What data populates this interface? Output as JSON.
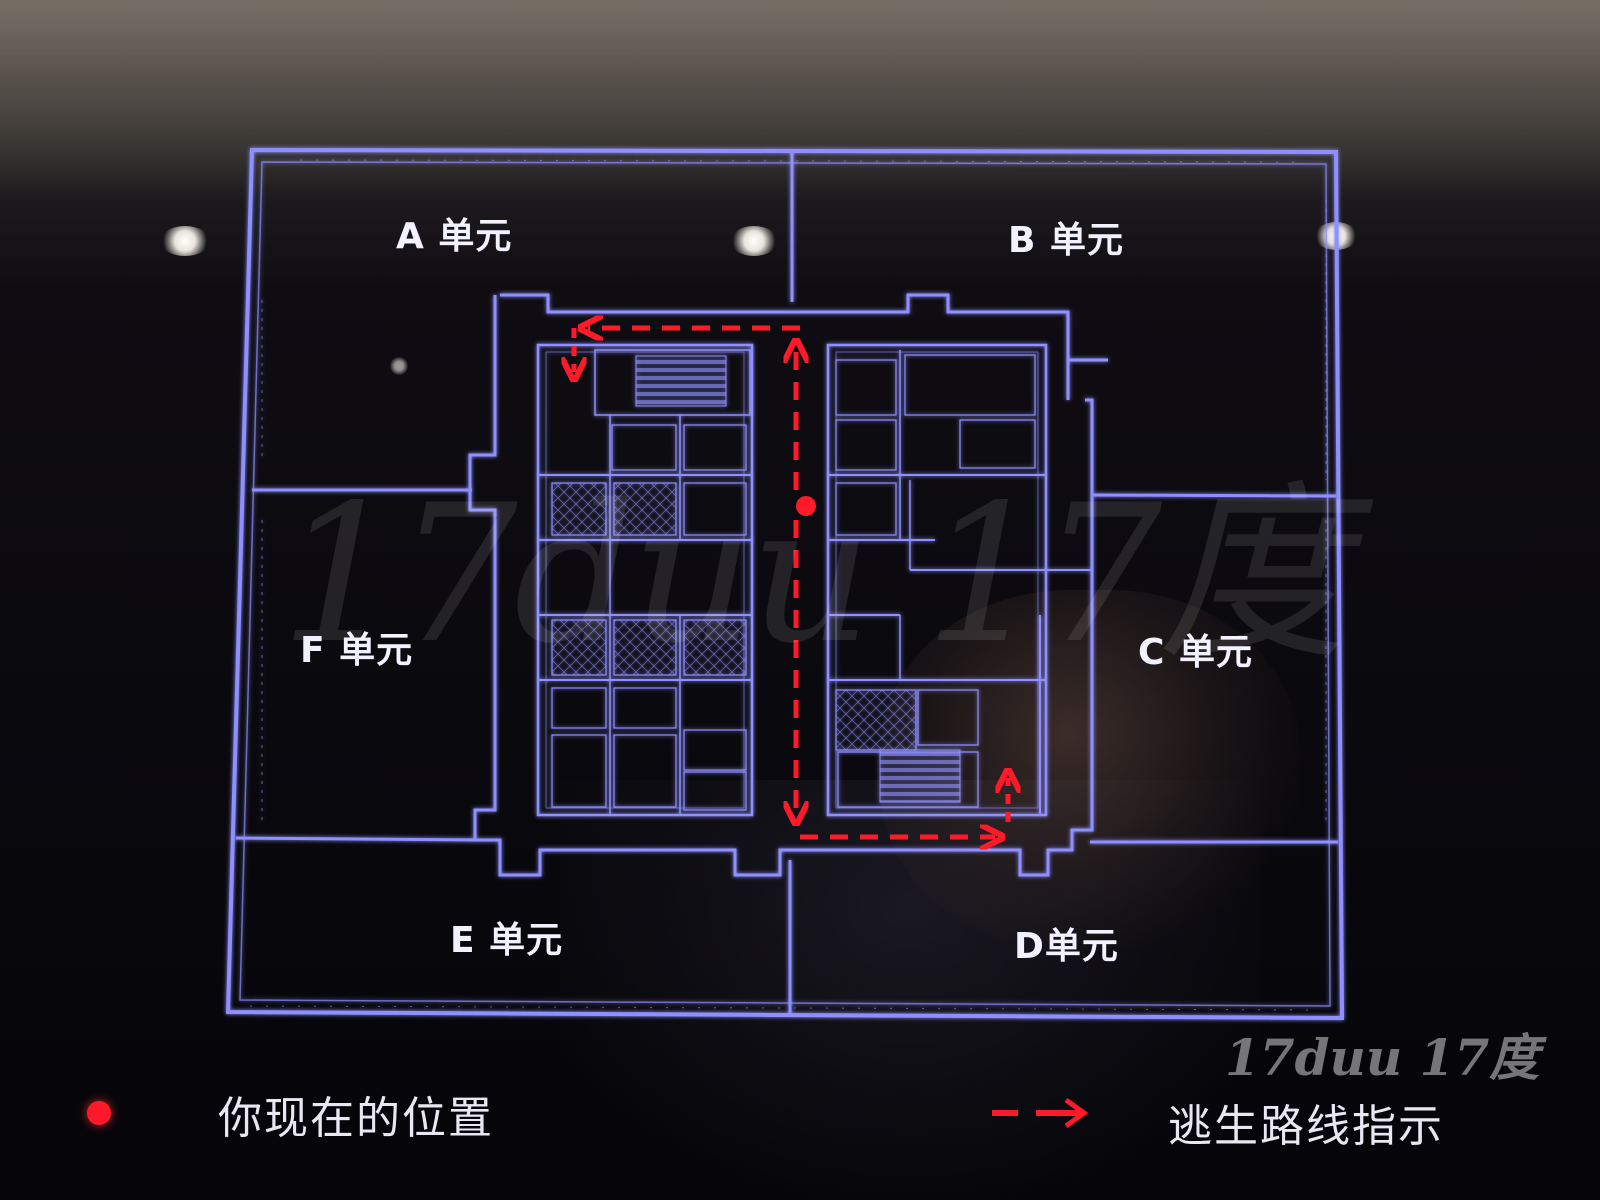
{
  "units": {
    "a": "A 单元",
    "b": "B 单元",
    "c": "C 单元",
    "d": "D单元",
    "e": "E 单元",
    "f": "F 单元"
  },
  "legend": {
    "you_are_here": "你现在的位置",
    "escape_route": "逃生路线指示"
  },
  "watermark": {
    "large": "17duu 17度",
    "small": "17duu 17度"
  },
  "colors": {
    "blueprint_line": "#8f8fff",
    "route_arrow": "#ff1a2a",
    "background": "#07070c"
  }
}
